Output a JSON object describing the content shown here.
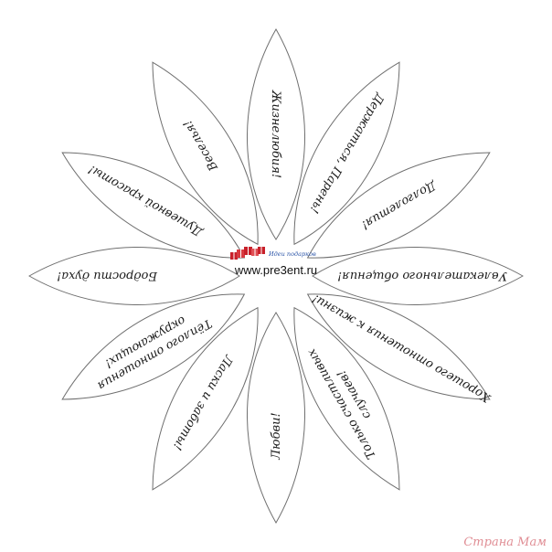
{
  "petals": [
    {
      "lines": [
        "Жизнелюбия!"
      ]
    },
    {
      "lines": [
        "Держаться, Парень!"
      ]
    },
    {
      "lines": [
        "Долголетия!"
      ]
    },
    {
      "lines": [
        "Увлекательного общения!"
      ]
    },
    {
      "lines": [
        "Хорошего отношения к жизни!"
      ]
    },
    {
      "lines": [
        "Только счастливых",
        "случаев!"
      ]
    },
    {
      "lines": [
        "Любви!"
      ]
    },
    {
      "lines": [
        "Ласки и заботы!"
      ]
    },
    {
      "lines": [
        "Тёплого отношения",
        "окружающих!"
      ]
    },
    {
      "lines": [
        "Бодрости духа!"
      ]
    },
    {
      "lines": [
        "Душевной красоты!"
      ]
    },
    {
      "lines": [
        "Веселья!"
      ]
    }
  ],
  "center": {
    "logo_caption": "Идеи подарков",
    "url": "www.pre3ent.ru"
  },
  "watermark": "Страна Мам",
  "colors": {
    "outline": "#6f6f6f",
    "logo_red": "#c8202a",
    "logo_blue": "#2b55a8",
    "watermark": "#e08e95"
  }
}
